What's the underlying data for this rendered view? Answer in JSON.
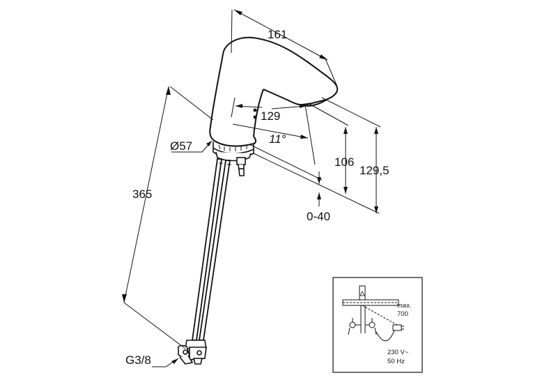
{
  "drawing": {
    "width_label": "161",
    "reach_label": "129",
    "angle_label": "11°",
    "spout_height_label": "106",
    "total_height_label": "129,5",
    "deck_thickness_label": "0-40",
    "base_diameter_label": "Ø57",
    "hose_length_label": "365",
    "thread_label": "G3/8"
  },
  "inset": {
    "max_label": "max.",
    "max_value": "700",
    "voltage_label": "230 V~",
    "frequency_label": "50 Hz"
  }
}
